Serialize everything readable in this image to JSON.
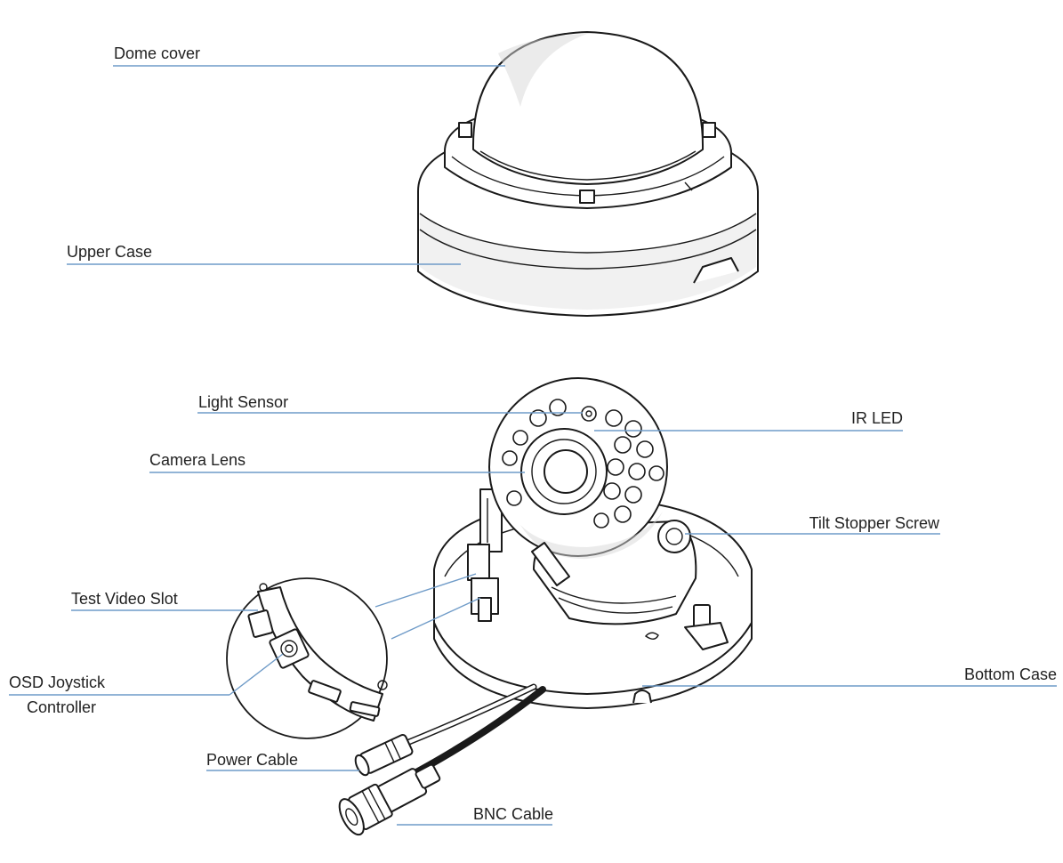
{
  "labels": {
    "dome_cover": "Dome cover",
    "upper_case": "Upper Case",
    "light_sensor": "Light Sensor",
    "ir_led": "IR LED",
    "camera_lens": "Camera Lens",
    "tilt_stopper_screw": "Tilt Stopper Screw",
    "test_video_slot": "Test Video Slot",
    "osd_joystick_line1": "OSD Joystick",
    "osd_joystick_line2": "Controller",
    "bottom_case": "Bottom Case",
    "power_cable": "Power Cable",
    "bnc_cable": "BNC Cable"
  },
  "colors": {
    "leader_line": "#6f9bc8",
    "outline": "#1a1a1a",
    "shade": "#d8d8d8"
  }
}
